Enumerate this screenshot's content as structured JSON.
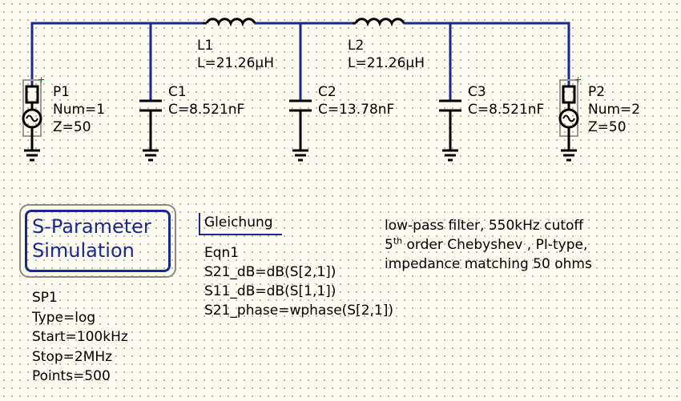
{
  "components": {
    "p1": {
      "name": "P1",
      "num": "Num=1",
      "z": "Z=50"
    },
    "p2": {
      "name": "P2",
      "num": "Num=2",
      "z": "Z=50"
    },
    "c1": {
      "name": "C1",
      "value": "C=8.521nF"
    },
    "c2": {
      "name": "C2",
      "value": "C=13.78nF"
    },
    "c3": {
      "name": "C3",
      "value": "C=8.521nF"
    },
    "l1": {
      "name": "L1",
      "value": "L=21.26µH"
    },
    "l2": {
      "name": "L2",
      "value": "L=21.26µH"
    }
  },
  "simulation": {
    "title_line1": "S-Parameter",
    "title_line2": "Simulation",
    "name": "SP1",
    "type": "Type=log",
    "start": "Start=100kHz",
    "stop": "Stop=2MHz",
    "points": "Points=500"
  },
  "equation": {
    "header": "Gleichung",
    "name": "Eqn1",
    "lines": [
      "S21_dB=dB(S[2,1])",
      "S11_dB=dB(S[1,1])",
      "S21_phase=wphase(S[2,1])"
    ]
  },
  "description": {
    "line1": "low-pass filter, 550kHz cutoff",
    "line2_num": "5",
    "line2_sup": "th",
    "line2_rest": " order Chebyshev , PI-type,",
    "line3": "impedance matching 50 ohms"
  },
  "colors": {
    "wire": "#1a2a8c",
    "component": "#000000",
    "port_plus": "#cc0000",
    "background": "#fdfbef"
  }
}
